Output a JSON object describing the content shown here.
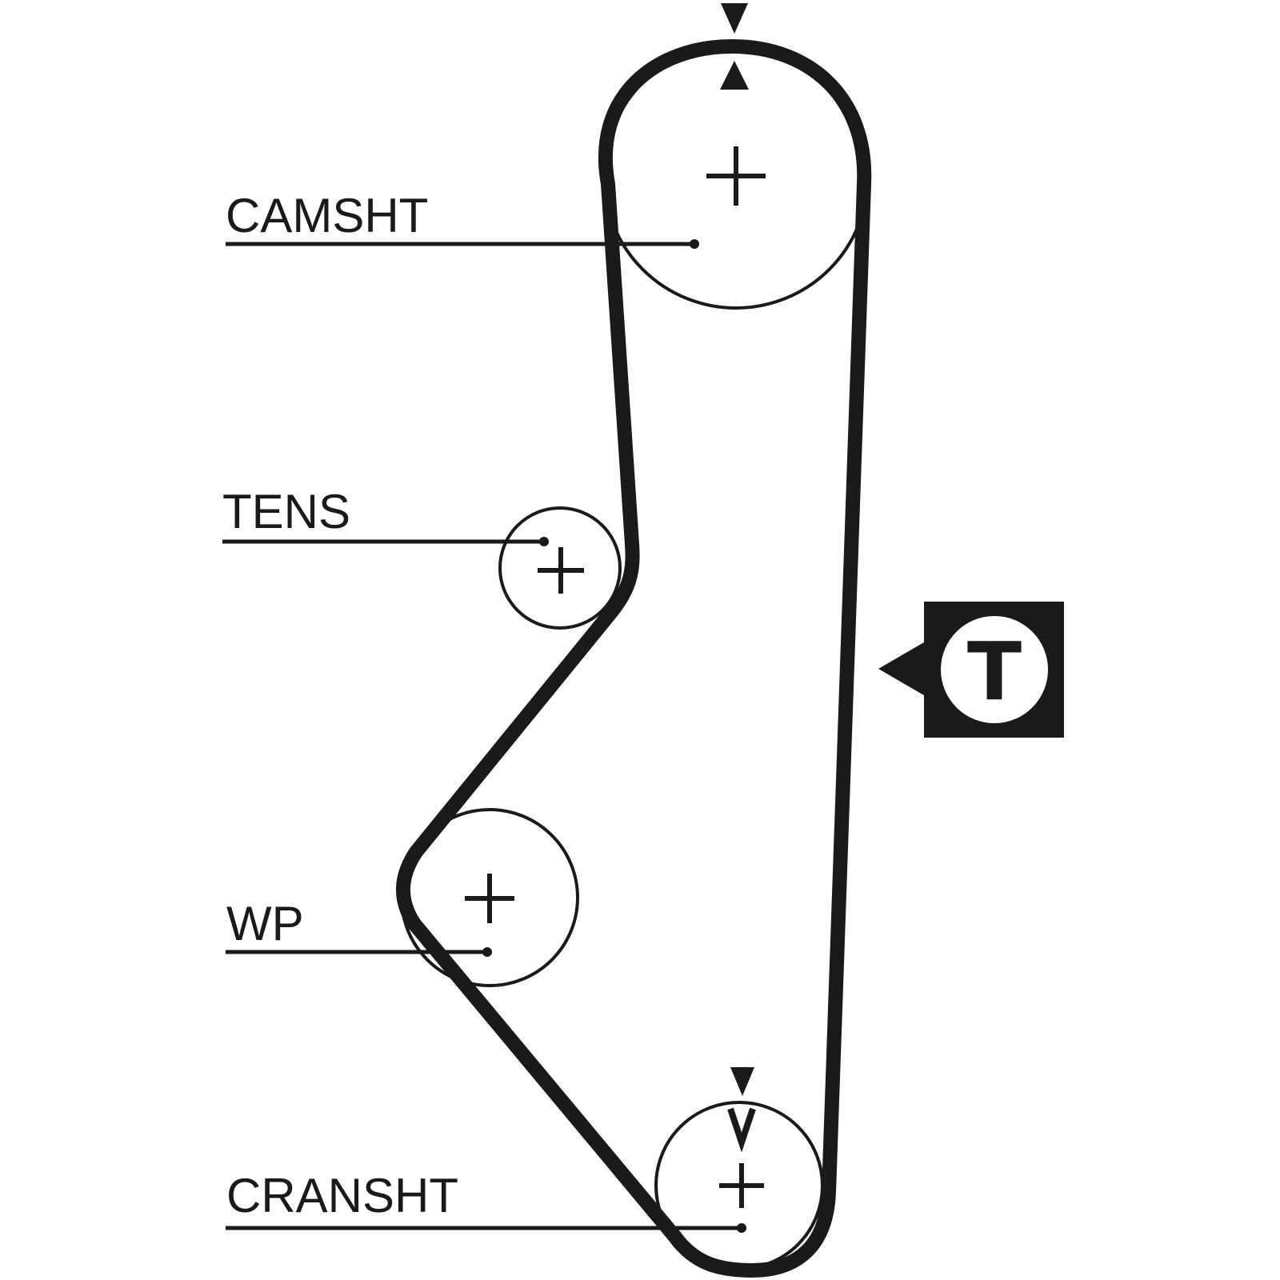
{
  "labels": {
    "camshaft": "CAMSHT",
    "tensioner": "TENS",
    "water_pump": "WP",
    "crankshaft": "CRANSHT"
  },
  "tension_badge": {
    "letter": "T"
  },
  "colors": {
    "ink": "#1a1a1a",
    "background": "#ffffff"
  }
}
